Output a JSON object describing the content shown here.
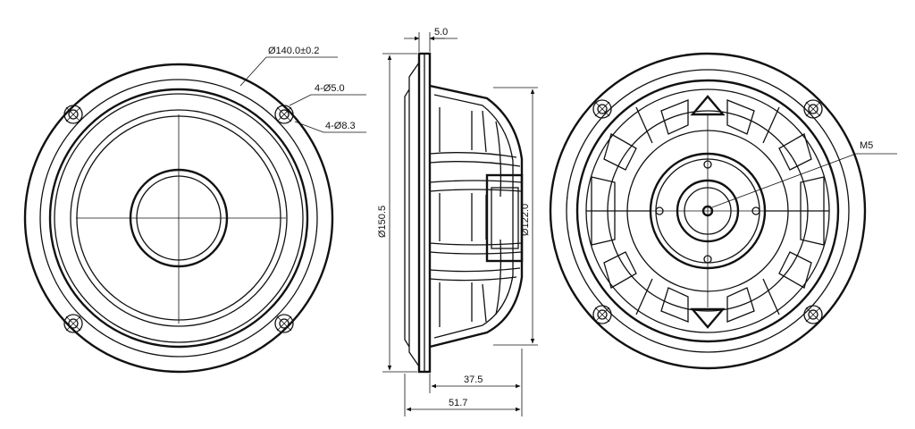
{
  "front_view": {
    "outer_diameter": "Ø140.0±0.2",
    "mount_holes": "4-Ø5.0",
    "mount_recess": "4-Ø8.3"
  },
  "side_view": {
    "flange_thickness": "5.0",
    "overall_diameter": "Ø150.5",
    "basket_diameter": "Ø122.0",
    "depth_frame": "37.5",
    "depth_total": "51.7"
  },
  "rear_view": {
    "thread": "M5"
  }
}
